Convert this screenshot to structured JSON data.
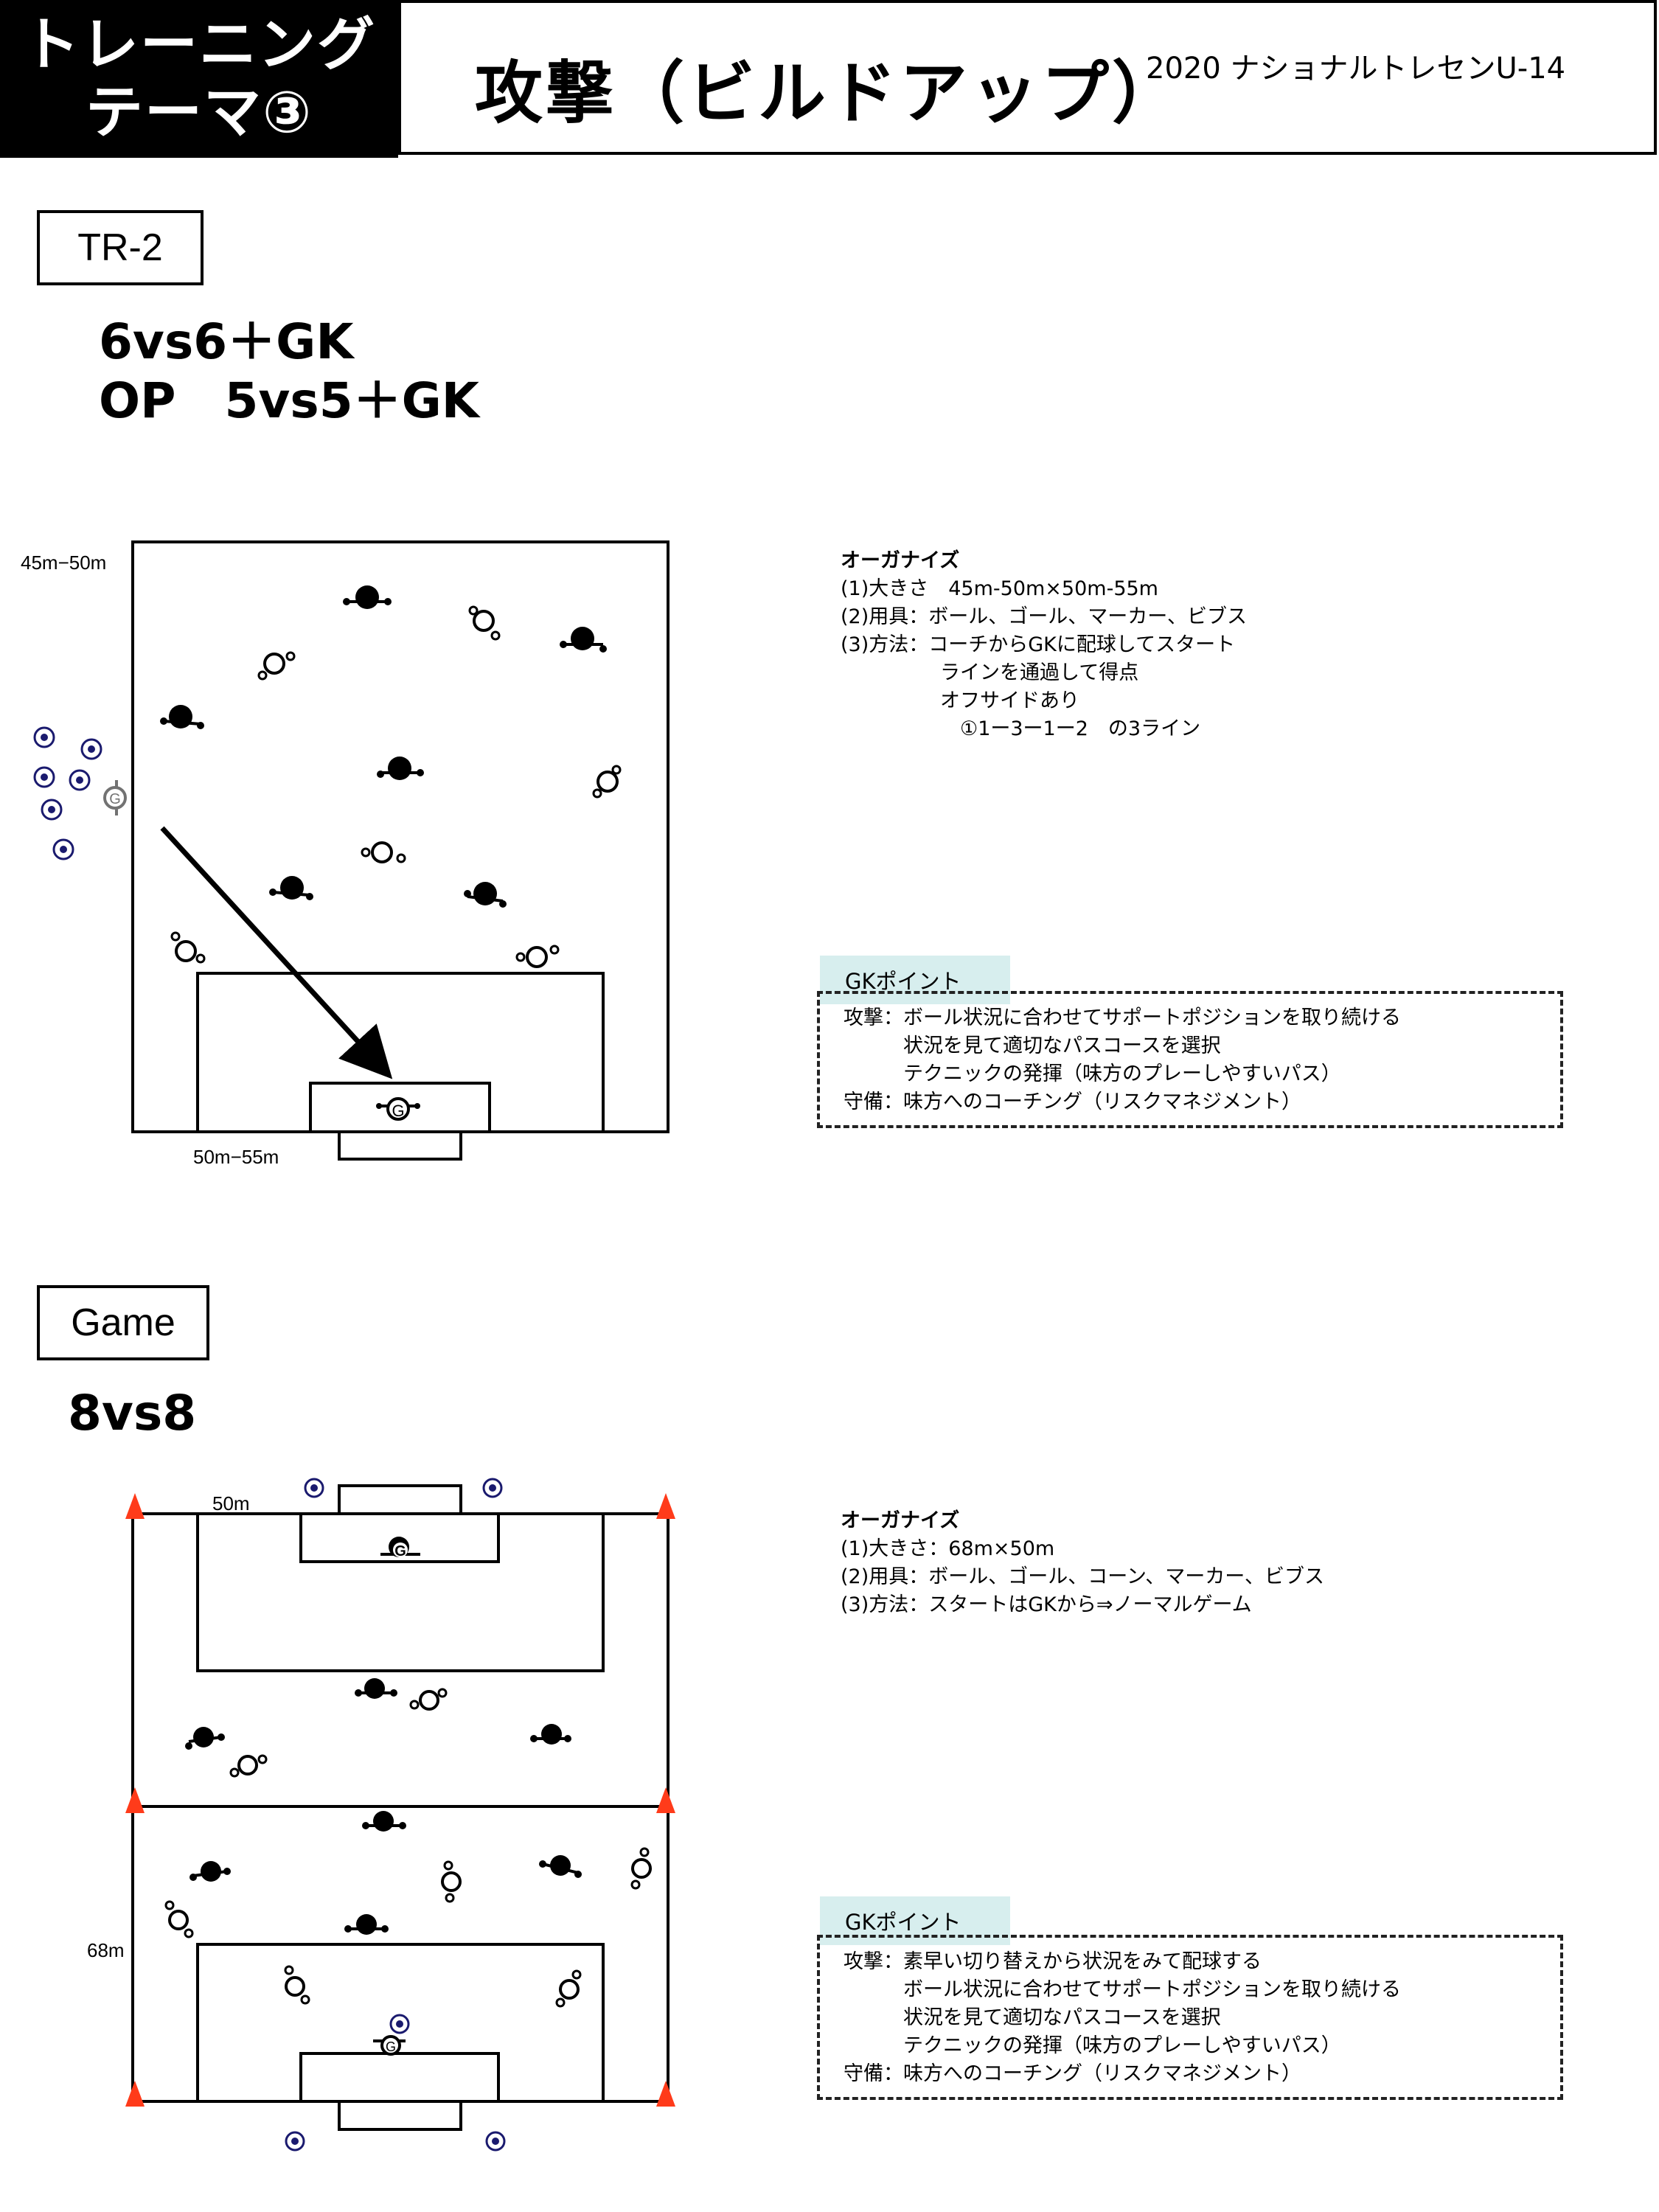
{
  "header": {
    "theme_line1": "トレーニング",
    "theme_line2": "テーマ③",
    "title": "攻撃（ビルドアップ）",
    "subtitle": "2020 ナショナルトレセンU-14"
  },
  "tr2": {
    "label": "TR-2",
    "heading_line1": "6vs6＋GK",
    "heading_line2": "OP　5vs5＋GK",
    "field_label_side": "45m−50m",
    "field_label_bottom": "50m−55m",
    "organize": {
      "title": "オーガナイズ",
      "lines": [
        "(1)大きさ　45m-50m×50m-55m",
        "(2)用具：ボール、ゴール、マーカー、ビブス",
        "(3)方法：コーチからGKに配球してスタート",
        "　　　　　ラインを通過して得点",
        "　　　　　オフサイドあり",
        "　　　　　　①1ー3ー1ー2　の3ライン"
      ]
    },
    "gk_points": {
      "tab": "GKポイント",
      "lines": [
        "攻撃：ボール状況に合わせてサポートポジションを取り続ける",
        "　　　状況を見て適切なパスコースを選択",
        "　　　テクニックの発揮（味方のプレーしやすいパス）",
        "守備：味方へのコーチング（リスクマネジメント）"
      ]
    }
  },
  "game": {
    "label": "Game",
    "heading": "8vs8",
    "field_label_top": "50m",
    "field_label_side": "68m",
    "organize": {
      "title": "オーガナイズ",
      "lines": [
        "(1)大きさ：68m×50m",
        "(2)用具：ボール、ゴール、コーン、マーカー、ビブス",
        "(3)方法：スタートはGKから⇒ノーマルゲーム"
      ]
    },
    "gk_points": {
      "tab": "GKポイント",
      "lines": [
        "攻撃：素早い切り替えから状況をみて配球する",
        "　　　ボール状況に合わせてサポートポジションを取り続ける",
        "　　　状況を見て適切なパスコースを選択",
        "　　　テクニックの発揮（味方のプレーしやすいパス）",
        "守備：味方へのコーチング（リスクマネジメント）"
      ]
    }
  },
  "diagram_marker_letters": {
    "goalkeeper": "G"
  },
  "colors": {
    "header_bg": "#000000",
    "gk_tab_bg": "#d7eeee",
    "cone": "#ff3b1a",
    "ball": "#1a1a6e"
  }
}
